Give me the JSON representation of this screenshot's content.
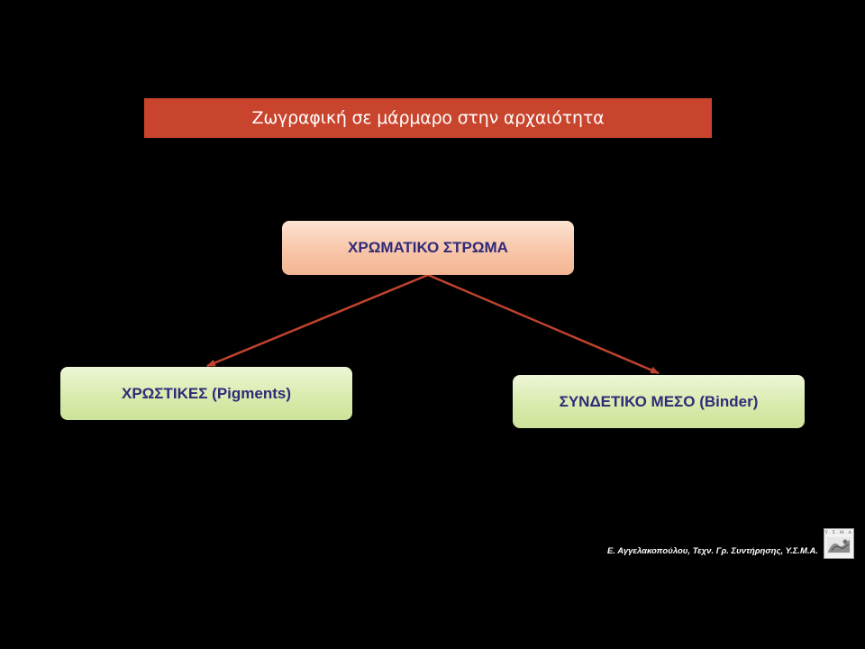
{
  "title": {
    "text": "Ζωγραφική σε μάρμαρο στην αρχαιότητα",
    "background": "#c8442c"
  },
  "nodes": {
    "top": {
      "label": "ΧΡΩΜΑΤΙΚΟ ΣΤΡΩΜΑ",
      "fill": "#f8c6a8"
    },
    "left": {
      "label": "ΧΡΩΣΤΙΚΕΣ (Pigments)",
      "fill": "#d9ebad"
    },
    "right": {
      "label": "ΣΥΝΔΕΤΙΚΟ ΜΕΣΟ (Binder)",
      "fill": "#d9ebad"
    }
  },
  "edges": [
    {
      "from": "top",
      "to": "left"
    },
    {
      "from": "top",
      "to": "right"
    }
  ],
  "arrow_color": "#c0432e",
  "text_color": "#302a78",
  "footer": {
    "credit": "Ε. Αγγελακοπούλου, Τεχν. Γρ. Συντήρησης, Υ.Σ.Μ.Α.",
    "logo_text": "Υ.Σ.Μ.Α"
  },
  "background": "#000000"
}
